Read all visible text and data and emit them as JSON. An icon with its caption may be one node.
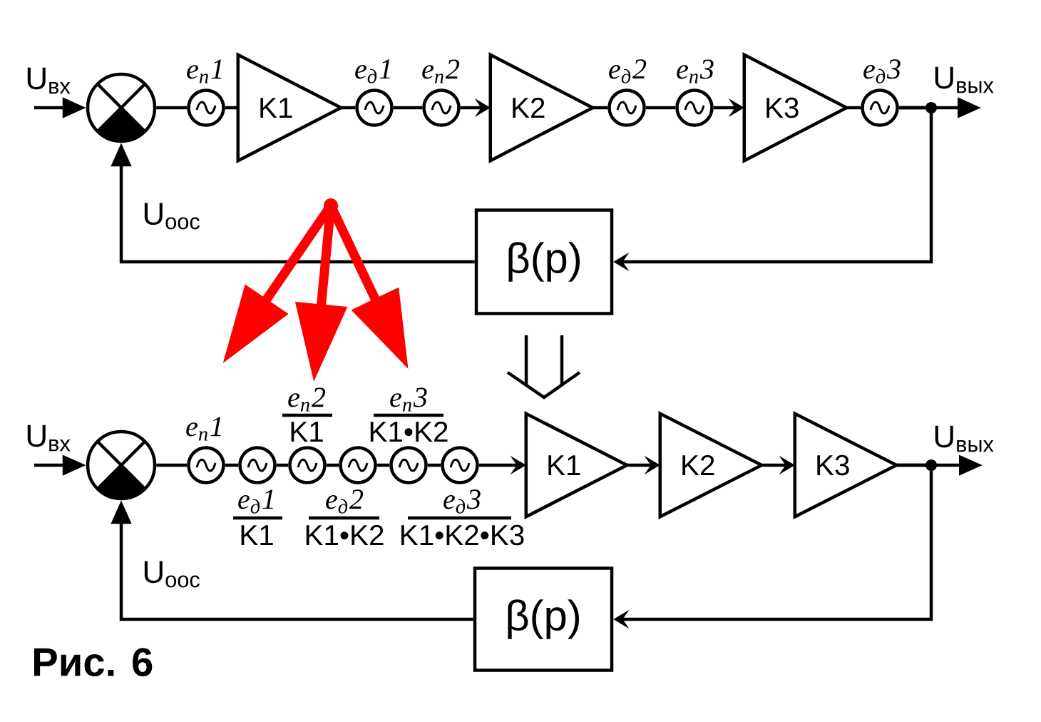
{
  "diagram": {
    "caption": "Рис. 6",
    "nodes": [
      {
        "text": [],
        "shape": "circle"
      },
      {
        "text": [],
        "shape": "circle",
        "beside": [
          "e$_{п}$1"
        ]
      },
      {
        "text": [
          "K1"
        ]
      },
      {
        "text": [],
        "shape": "circle",
        "beside": [
          "e$_{д}$1"
        ]
      },
      {
        "text": [],
        "shape": "circle",
        "beside": [
          "e$_{п}$2"
        ]
      },
      {
        "text": [
          "K2"
        ]
      },
      {
        "text": [],
        "shape": "circle",
        "beside": [
          "e$_{д}$2"
        ]
      },
      {
        "text": [],
        "shape": "circle",
        "beside": [
          "e$_{п}$3"
        ]
      },
      {
        "text": [
          "K3"
        ]
      },
      {
        "text": [],
        "shape": "circle",
        "beside": [
          "e$_{д}$3"
        ]
      },
      {
        "text": [
          "β(p)"
        ]
      },
      {
        "text": [],
        "shape": "circle"
      },
      {
        "text": [],
        "shape": "circle",
        "beside": [
          "e$_{п}$1"
        ]
      },
      {
        "text": [],
        "shape": "circle",
        "beside": [
          "e$_{д}$1",
          "K1"
        ]
      },
      {
        "text": [],
        "shape": "circle",
        "beside": [
          "e$_{п}$2",
          "K1"
        ]
      },
      {
        "text": [],
        "shape": "circle",
        "beside": [
          "e$_{д}$2",
          "K1•K2"
        ]
      },
      {
        "text": [],
        "shape": "circle",
        "beside": [
          "e$_{п}$3",
          "K1•K2"
        ]
      },
      {
        "text": [],
        "shape": "circle",
        "beside": [
          "e$_{д}$3",
          "K1•K2•K3"
        ]
      },
      {
        "text": [
          "K1"
        ]
      },
      {
        "text": [
          "K2"
        ]
      },
      {
        "text": [
          "K3"
        ]
      },
      {
        "text": [
          "β(p)"
        ]
      }
    ],
    "edges": [
      {
        "from": null,
        "to": 0,
        "arrow": "to",
        "label": "U$_{вх}$"
      },
      {
        "from": 0,
        "to": 1,
        "arrow": "none"
      },
      {
        "from": 1,
        "to": 2,
        "arrow": "none"
      },
      {
        "from": 2,
        "to": 3,
        "arrow": "none"
      },
      {
        "from": 3,
        "to": 4,
        "arrow": "none"
      },
      {
        "from": 4,
        "to": 5,
        "arrow": "to"
      },
      {
        "from": 5,
        "to": 6,
        "arrow": "none"
      },
      {
        "from": 6,
        "to": 7,
        "arrow": "none"
      },
      {
        "from": 7,
        "to": 8,
        "arrow": "to"
      },
      {
        "from": 8,
        "to": 9,
        "arrow": "none"
      },
      {
        "from": 9,
        "to": null,
        "arrow": "to",
        "label": "U$_{вых}$"
      },
      {
        "from": 9,
        "to": 10,
        "arrow": "to"
      },
      {
        "from": 10,
        "to": 0,
        "arrow": "to",
        "label": "U$_{оос}$"
      },
      {
        "from": null,
        "to": 11,
        "arrow": "to",
        "label": "U$_{вх}$"
      },
      {
        "from": 11,
        "to": 12,
        "arrow": "none"
      },
      {
        "from": 12,
        "to": 13,
        "arrow": "none"
      },
      {
        "from": 13,
        "to": 14,
        "arrow": "none"
      },
      {
        "from": 14,
        "to": 15,
        "arrow": "none"
      },
      {
        "from": 15,
        "to": 16,
        "arrow": "none"
      },
      {
        "from": 16,
        "to": 17,
        "arrow": "none"
      },
      {
        "from": 17,
        "to": 18,
        "arrow": "to"
      },
      {
        "from": 18,
        "to": 19,
        "arrow": "to"
      },
      {
        "from": 19,
        "to": 20,
        "arrow": "to"
      },
      {
        "from": 20,
        "to": null,
        "arrow": "to",
        "label": "U$_{вых}$"
      },
      {
        "from": 20,
        "to": 21,
        "arrow": "to"
      },
      {
        "from": 21,
        "to": 11,
        "arrow": "to",
        "label": "U$_{оос}$"
      }
    ]
  }
}
